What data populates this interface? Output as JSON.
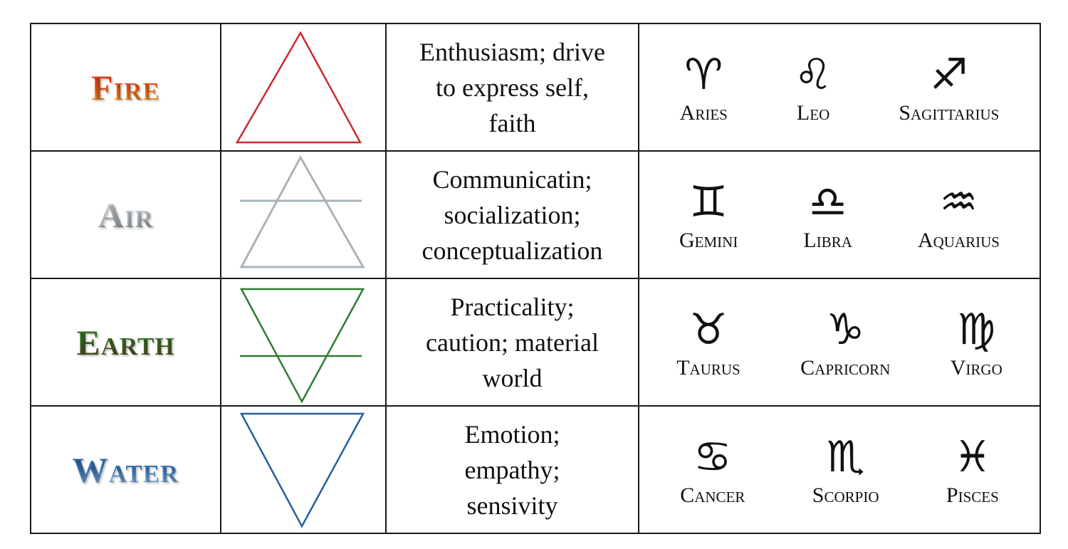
{
  "colors": {
    "fire": "#cc2a2a",
    "air": "#a9b3b9",
    "earth": "#2e7d2e",
    "water": "#2a5e9e",
    "border": "#1a1a1a"
  },
  "rows": [
    {
      "element": "Fire",
      "symbol": "triangle-up-icon",
      "description": [
        "Enthusiasm; drive",
        "to express self,",
        "faith"
      ],
      "signs": [
        {
          "glyph": "♈︎",
          "name": "Aries",
          "icon": "aries-icon"
        },
        {
          "glyph": "♌︎",
          "name": "Leo",
          "icon": "leo-icon"
        },
        {
          "glyph": "♐︎",
          "name": "Sagittarius",
          "icon": "sagittarius-icon"
        }
      ]
    },
    {
      "element": "Air",
      "symbol": "triangle-up-bar-icon",
      "description": [
        "Communicatin;",
        "socialization;",
        "conceptualization"
      ],
      "signs": [
        {
          "glyph": "♊︎",
          "name": "Gemini",
          "icon": "gemini-icon"
        },
        {
          "glyph": "♎︎",
          "name": "Libra",
          "icon": "libra-icon"
        },
        {
          "glyph": "♒︎",
          "name": "Aquarius",
          "icon": "aquarius-icon"
        }
      ]
    },
    {
      "element": "Earth",
      "symbol": "triangle-down-bar-icon",
      "description": [
        "Practicality;",
        "caution; material",
        "world"
      ],
      "signs": [
        {
          "glyph": "♉︎",
          "name": "Taurus",
          "icon": "taurus-icon"
        },
        {
          "glyph": "♑︎",
          "name": "Capricorn",
          "icon": "capricorn-icon"
        },
        {
          "glyph": "♍︎",
          "name": "Virgo",
          "icon": "virgo-icon"
        }
      ]
    },
    {
      "element": "Water",
      "symbol": "triangle-down-icon",
      "description": [
        "Emotion;",
        "empathy;",
        "sensivity"
      ],
      "signs": [
        {
          "glyph": "♋︎",
          "name": "Cancer",
          "icon": "cancer-icon"
        },
        {
          "glyph": "♏︎",
          "name": "Scorpio",
          "icon": "scorpio-icon"
        },
        {
          "glyph": "♓︎",
          "name": "Pisces",
          "icon": "pisces-icon"
        }
      ]
    }
  ]
}
